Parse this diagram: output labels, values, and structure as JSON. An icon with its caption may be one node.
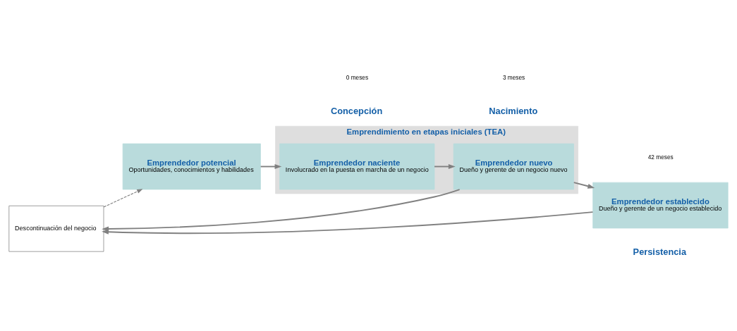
{
  "diagram": {
    "nodes": [
      {
        "text": [
          "Descontinuación del negocio"
        ]
      },
      {
        "text": [
          "Emprendimiento en etapas iniciales (TEA)"
        ]
      },
      {
        "text": [
          "Emprendedor potencial",
          "Oportunidades, conocimientos y habilidades"
        ]
      },
      {
        "text": [
          "Emprendedor naciente",
          "Involucrado en la puesta en marcha de un negocio"
        ],
        "in": 1
      },
      {
        "text": [
          "Emprendedor nuevo",
          "Dueño y gerente de un negocio nuevo"
        ],
        "in": 1
      },
      {
        "text": [
          "Emprendedor establecido",
          "Dueño y gerente de un negocio establecido"
        ]
      }
    ],
    "edges": [
      {
        "from": 0,
        "to": 2,
        "arrow": "to",
        "style": "dashed"
      },
      {
        "from": 2,
        "to": 3,
        "arrow": "to"
      },
      {
        "from": 3,
        "to": 4,
        "arrow": "to"
      },
      {
        "from": 4,
        "to": 5,
        "arrow": "to"
      },
      {
        "from": 4,
        "to": 0,
        "arrow": "to"
      },
      {
        "from": 5,
        "to": 0,
        "arrow": "to"
      }
    ],
    "labels": [
      "Concepción",
      "Nacimiento",
      "Persistencia",
      "0 meses",
      "3 meses",
      "42 meses"
    ]
  }
}
